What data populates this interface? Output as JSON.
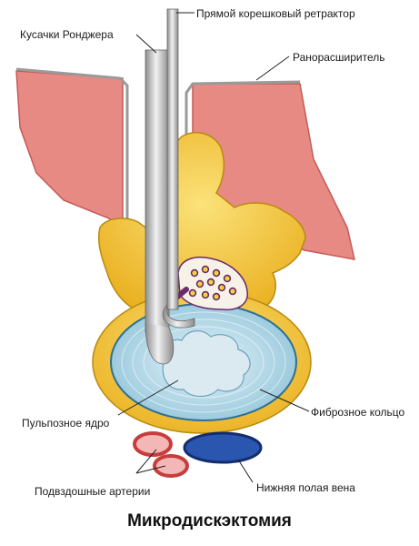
{
  "title": "Микродискэктомия",
  "labels": {
    "root_retractor": "Прямой корешковый ретрактор",
    "rongeur": "Кусачки Ронджера",
    "dilator": "Ранорасширитель",
    "nucleus": "Пульпозное ядро",
    "annulus": "Фиброзное кольцо",
    "iliac_arteries": "Подвздошные артерии",
    "vena_cava": "Нижняя полая вена"
  },
  "colors": {
    "muscle": "#e88a84",
    "muscle_edge": "#c45a57",
    "bone": "#f2c230",
    "bone_edge": "#b88a10",
    "disc": "#a9d6e6",
    "disc_edge": "#2f6f92",
    "nucleus": "#dbe9f0",
    "nerve": "#6b2a6e",
    "nerve_dots": "#f4d23b",
    "artery": "#c83c3c",
    "vein": "#1d3d8e",
    "instrument": "#b9b9b9"
  }
}
